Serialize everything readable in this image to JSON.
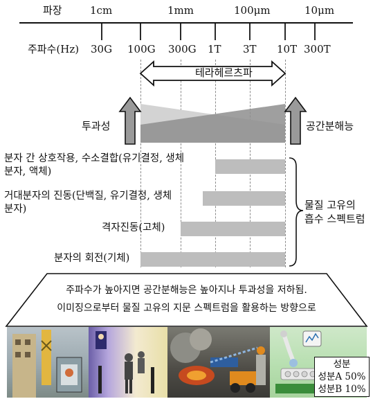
{
  "scale": {
    "wavelength_label": "파장",
    "wavelength_ticks": [
      "1cm",
      "1mm",
      "100μm",
      "10μm"
    ],
    "frequency_label": "주파수(Hz)",
    "frequency_ticks": [
      "30G",
      "100G",
      "300G",
      "1T",
      "3T",
      "10T",
      "300T"
    ]
  },
  "terahertz_band": {
    "label": "테라헤르츠파"
  },
  "tradeoff": {
    "left_label": "투과성",
    "right_label": "공간분해능"
  },
  "absorption": {
    "rows": [
      {
        "label_line1": "분자 간 상호작용, 수소결합(유기결정, 생체",
        "label_line2": "분자, 액체)"
      },
      {
        "label_line1": "거대분자의 진동(단백질, 유기결정, 생체",
        "label_line2": "분자)"
      },
      {
        "label_line1": "격자진동(고체)",
        "label_line2": ""
      },
      {
        "label_line1": "분자의 회전(기체)",
        "label_line2": ""
      }
    ],
    "group_label_line1": "물질 고유의",
    "group_label_line2": "흡수 스펙트럼"
  },
  "summary": {
    "line1": "주파수가 높아지면 공간분해능은 높아지나 투과성을 저하됨.",
    "line2": "이미징으로부터 물질 고유의 지문 스펙트럼을 활용하는 방향으로"
  },
  "result_box": {
    "title": "성분",
    "line1": "성분A 50%",
    "line2": "성분B 10%"
  }
}
